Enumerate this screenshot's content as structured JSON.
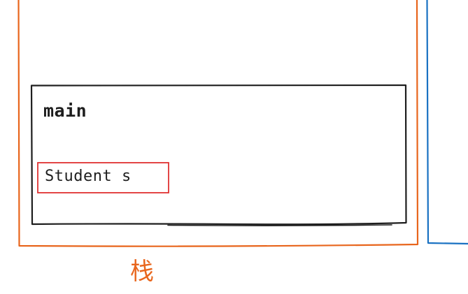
{
  "diagram": {
    "stack_label": "栈",
    "frame": {
      "method": "main",
      "local_variable": "Student s"
    }
  },
  "colors": {
    "stack_border": "#e8651c",
    "heap_border": "#1971c2",
    "frame_border": "#1e1e1e",
    "highlight_border": "#e03131",
    "text": "#1e1e1e"
  }
}
